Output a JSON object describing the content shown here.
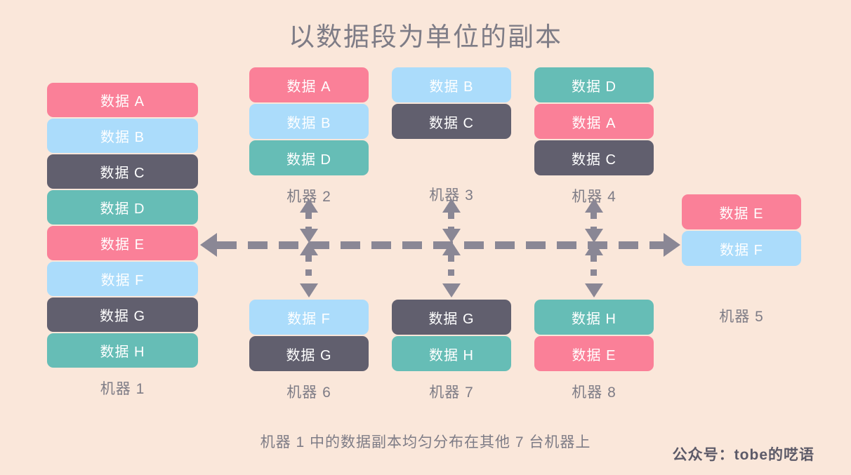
{
  "title": "以数据段为单位的副本",
  "caption": "机器 1 中的数据副本均匀分布在其他 7 台机器上",
  "watermark": "公众号：tobe的呓语",
  "colors": {
    "background": "#FAE7DA",
    "pink": "#FA8098",
    "blue": "#ABDCFB",
    "gray": "#615F6E",
    "teal": "#66BDB6",
    "arrow": "#8A8795",
    "text": "#7E7C86"
  },
  "machines": [
    {
      "id": "machine-1",
      "label": "机器 1",
      "blocks": [
        {
          "text": "数据 A",
          "color": "pink"
        },
        {
          "text": "数据 B",
          "color": "blue"
        },
        {
          "text": "数据 C",
          "color": "gray"
        },
        {
          "text": "数据 D",
          "color": "teal"
        },
        {
          "text": "数据 E",
          "color": "pink"
        },
        {
          "text": "数据 F",
          "color": "blue"
        },
        {
          "text": "数据 G",
          "color": "gray"
        },
        {
          "text": "数据 H",
          "color": "teal"
        }
      ]
    },
    {
      "id": "machine-2",
      "label": "机器 2",
      "blocks": [
        {
          "text": "数据 A",
          "color": "pink"
        },
        {
          "text": "数据 B",
          "color": "blue"
        },
        {
          "text": "数据 D",
          "color": "teal"
        }
      ]
    },
    {
      "id": "machine-3",
      "label": "机器 3",
      "blocks": [
        {
          "text": "数据 B",
          "color": "blue"
        },
        {
          "text": "数据 C",
          "color": "gray"
        }
      ]
    },
    {
      "id": "machine-4",
      "label": "机器 4",
      "blocks": [
        {
          "text": "数据 D",
          "color": "teal"
        },
        {
          "text": "数据 A",
          "color": "pink"
        },
        {
          "text": "数据 C",
          "color": "gray"
        }
      ]
    },
    {
      "id": "machine-5",
      "label": "机器 5",
      "blocks": [
        {
          "text": "数据 E",
          "color": "pink"
        },
        {
          "text": "数据 F",
          "color": "blue"
        }
      ]
    },
    {
      "id": "machine-6",
      "label": "机器 6",
      "blocks": [
        {
          "text": "数据 F",
          "color": "blue"
        },
        {
          "text": "数据 G",
          "color": "gray"
        }
      ]
    },
    {
      "id": "machine-7",
      "label": "机器 7",
      "blocks": [
        {
          "text": "数据 G",
          "color": "gray"
        },
        {
          "text": "数据 H",
          "color": "teal"
        }
      ]
    },
    {
      "id": "machine-8",
      "label": "机器 8",
      "blocks": [
        {
          "text": "数据 H",
          "color": "teal"
        },
        {
          "text": "数据 E",
          "color": "pink"
        }
      ]
    }
  ]
}
